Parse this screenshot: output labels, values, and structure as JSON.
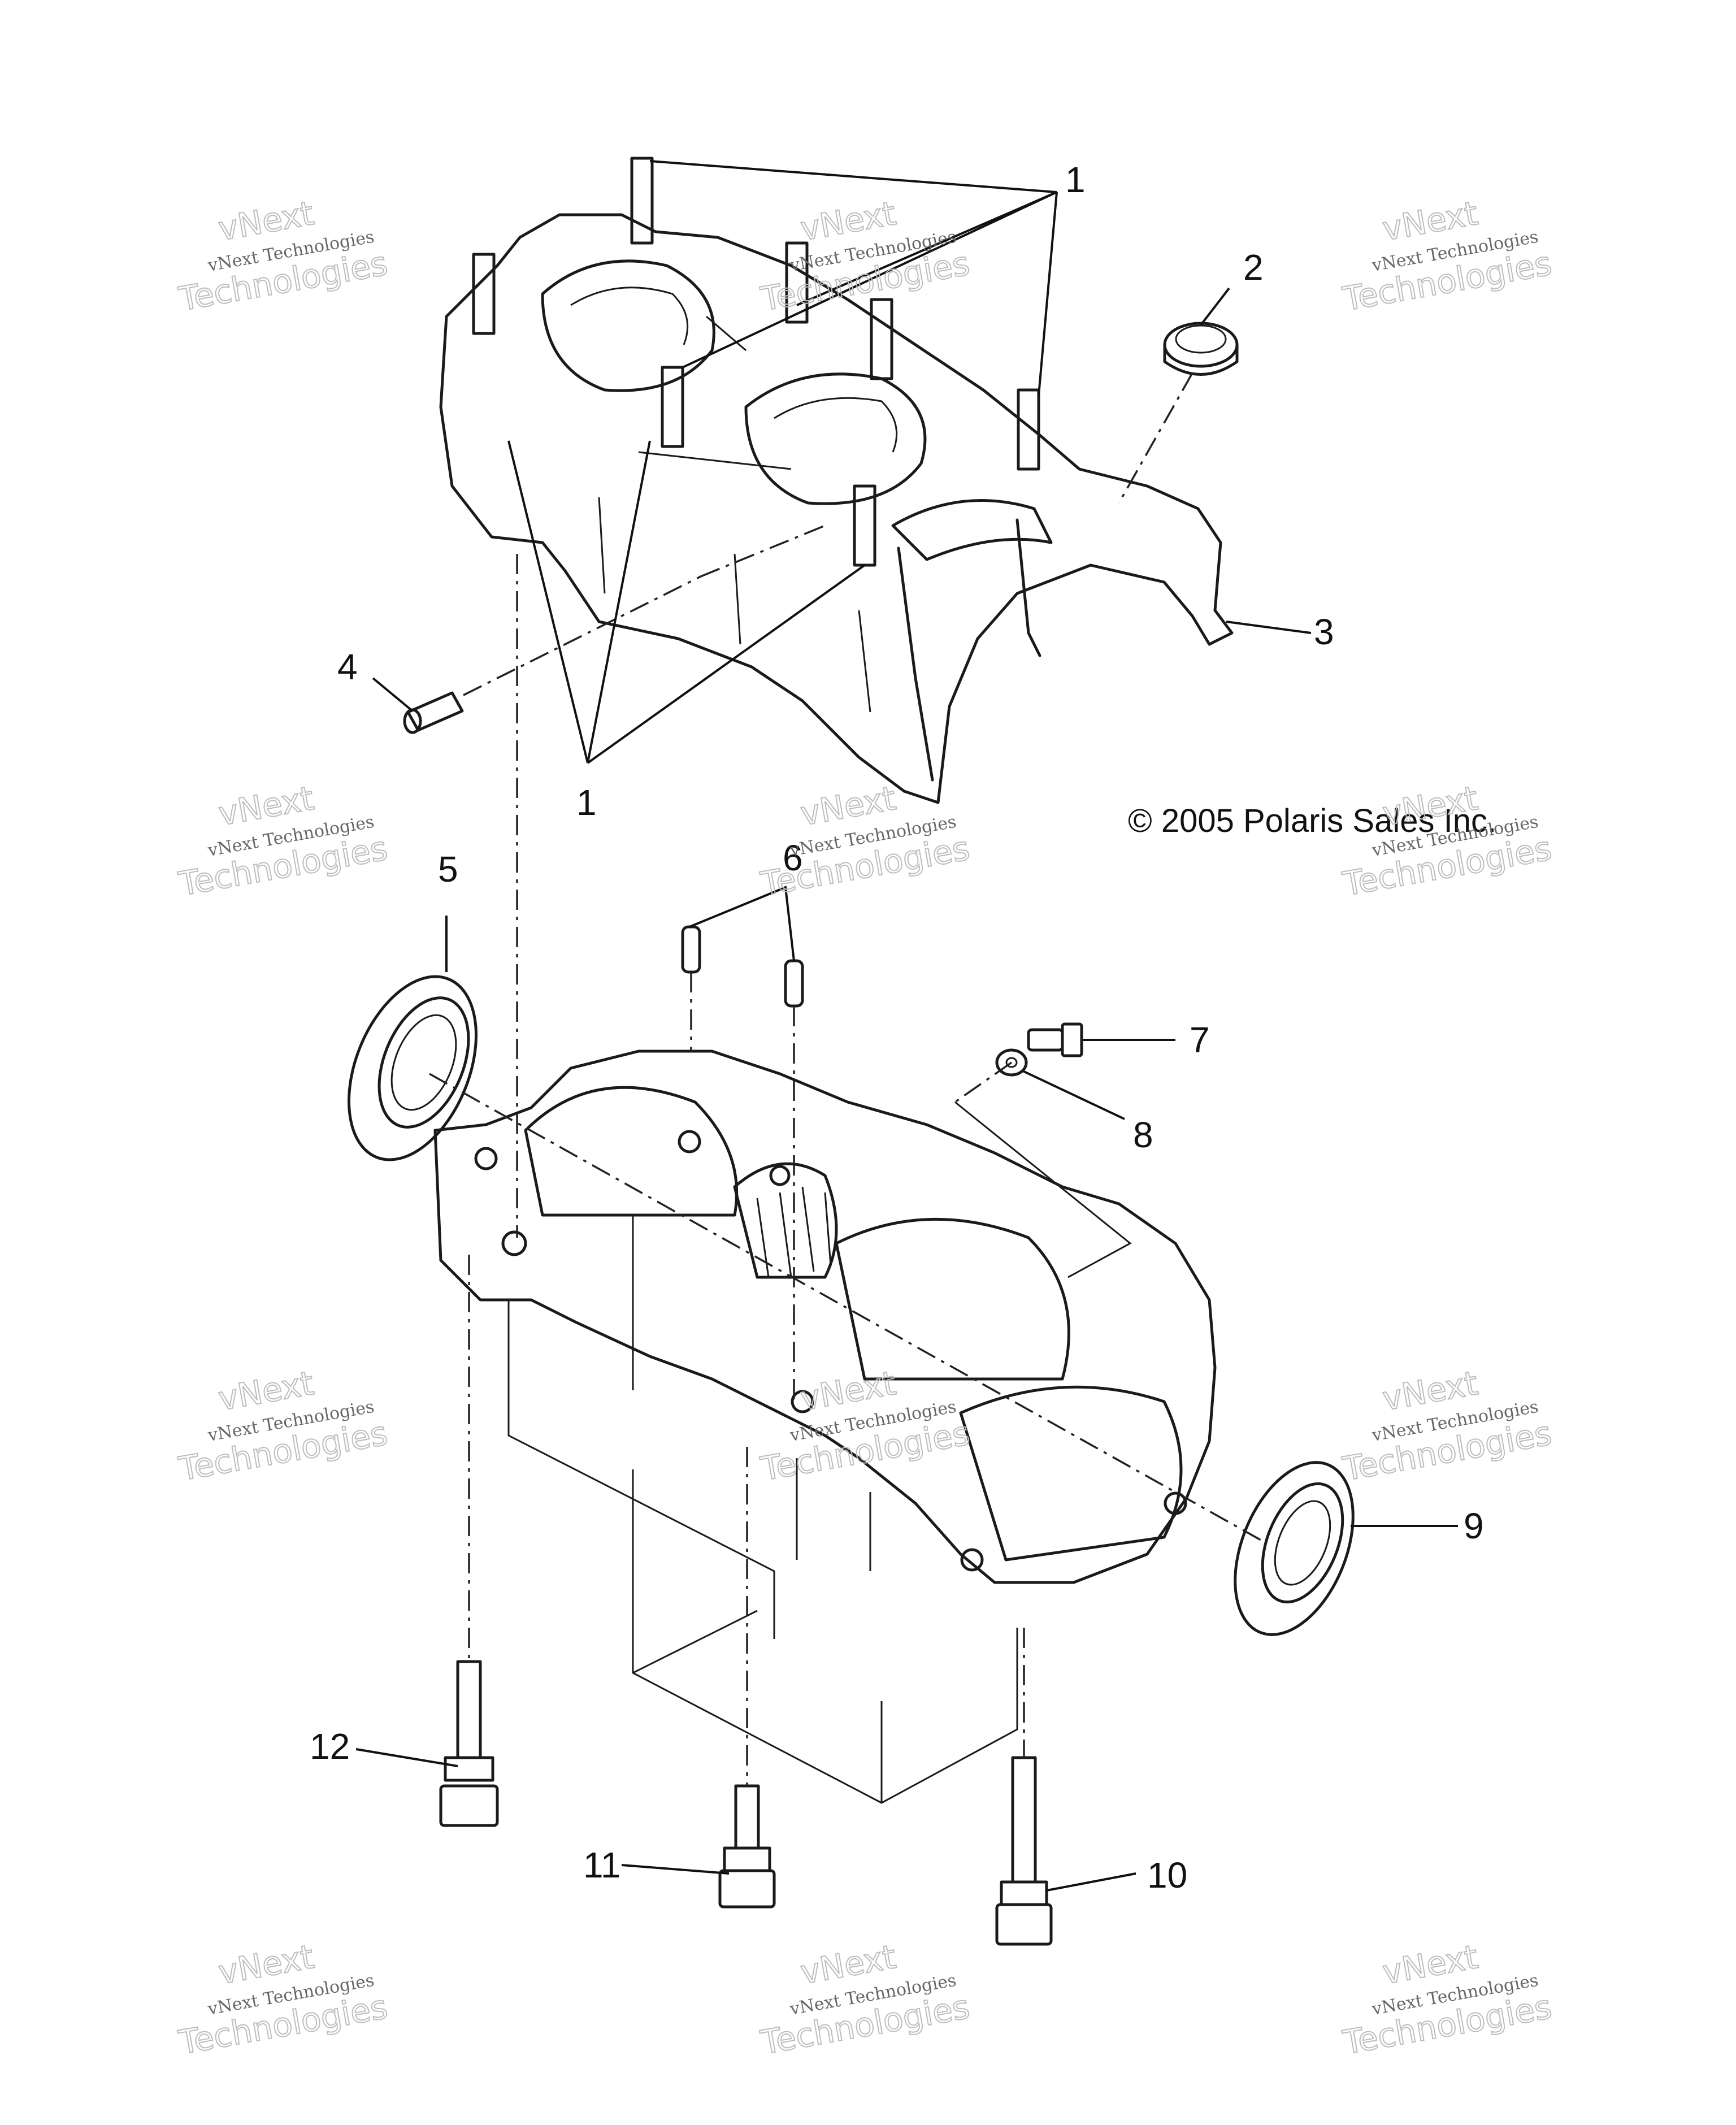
{
  "copyright": "© 2005 Polaris Sales Inc.",
  "watermark": {
    "small": "vNext Technologies",
    "big_top": "vNext",
    "big_bottom": "Technologies"
  },
  "callouts": {
    "c1a": "1",
    "c1b": "1",
    "c2": "2",
    "c3": "3",
    "c4": "4",
    "c5": "5",
    "c6": "6",
    "c7": "7",
    "c8": "8",
    "c9": "9",
    "c10": "10",
    "c11": "11",
    "c12": "12"
  }
}
